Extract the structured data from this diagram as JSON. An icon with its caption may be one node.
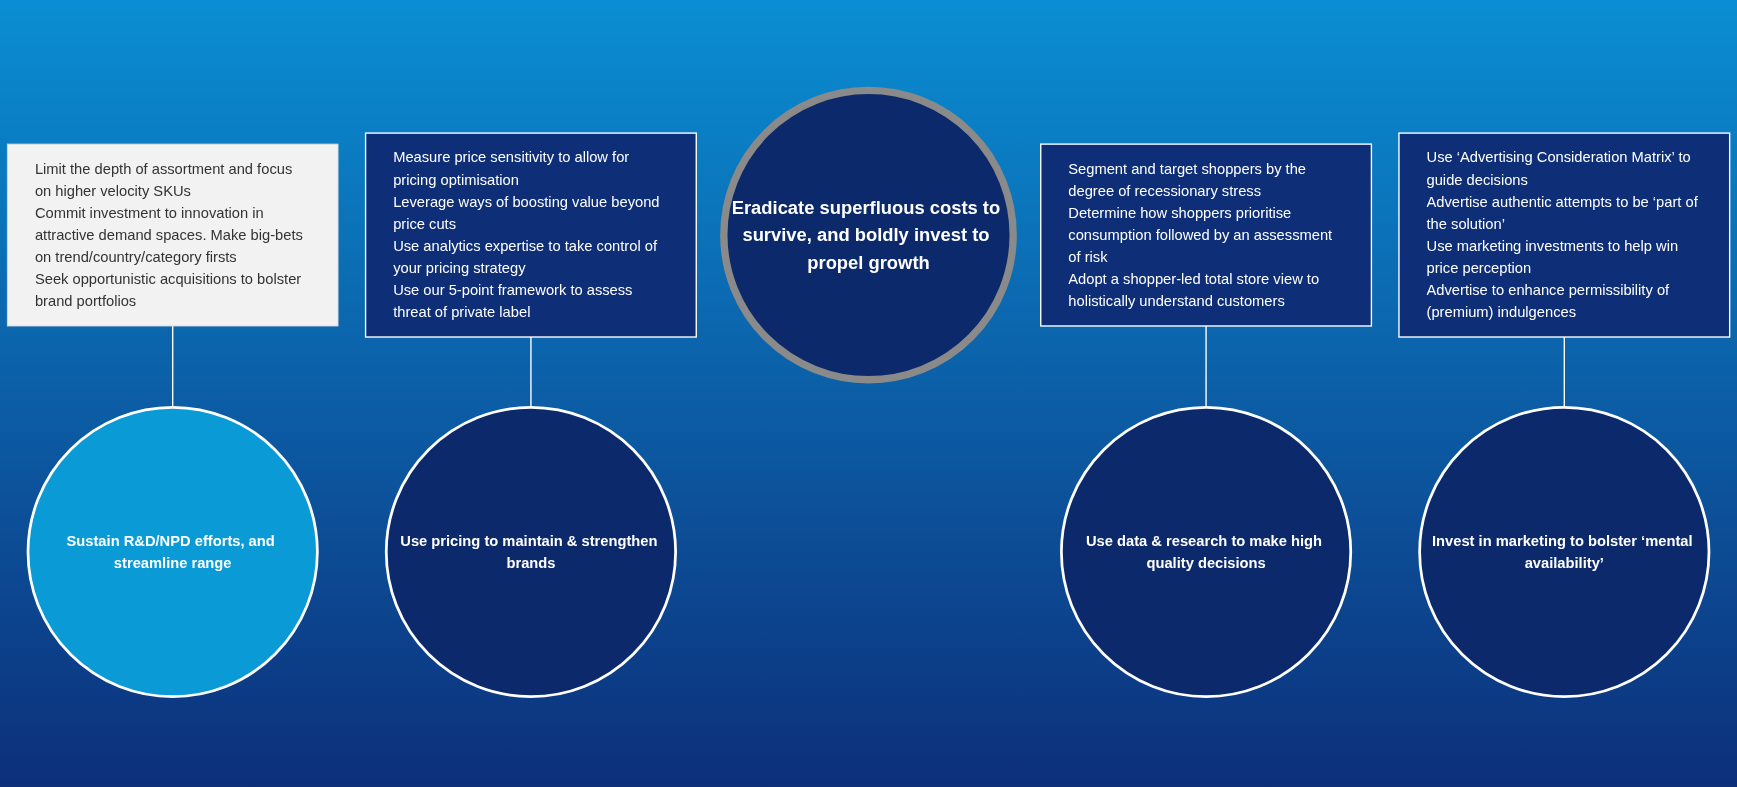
{
  "diagram": {
    "nodes": [
      {
        "text": [
          "Limit the depth of assortment and focus on higher velocity SKUs",
          "Commit investment to innovation in attractive demand spaces. Make big-bets on trend/country/category firsts",
          "Seek opportunistic acquisitions to bolster brand portfolios"
        ]
      },
      {
        "text": [
          "Use pricing to maintain & strengthen brands"
        ]
      },
      {
        "text": [
          "Measure price sensitivity to allow for pricing optimisation",
          "Leverage ways of boosting value beyond price cuts",
          "Use analytics expertise to take control of your pricing strategy",
          "Use our 5-point framework to assess threat of private label"
        ]
      },
      {
        "text": [
          "Sustain R&D/NPD efforts, and streamline range"
        ]
      },
      {
        "text": [
          "Eradicate superfluous costs to survive, and boldly invest to propel growth"
        ]
      },
      {
        "text": [
          "Invest in marketing to bolster ‘mental availability’"
        ]
      },
      {
        "text": [
          "Segment and target shoppers by the degree of recessionary stress",
          "Determine how shoppers prioritise consumption followed by an assessment of risk",
          "Adopt a shopper-led total store view to holistically understand customers"
        ]
      },
      {
        "text": [
          "Use data & research to make high quality decisions"
        ]
      },
      {
        "text": [
          "Use ‘Advertising Consideration Matrix’ to guide decisions",
          "Advertise authentic attempts to be ‘part of the solution’",
          "Use marketing investments to help win price perception",
          "Advertise to enhance permissibility of (premium) indulgences"
        ]
      }
    ],
    "edges": [
      {
        "from": 0,
        "to": 3,
        "arrow": "none"
      },
      {
        "from": 2,
        "to": 1,
        "arrow": "none"
      },
      {
        "from": 8,
        "to": 5,
        "arrow": "none"
      },
      {
        "from": 6,
        "to": 7,
        "arrow": "none"
      }
    ]
  }
}
